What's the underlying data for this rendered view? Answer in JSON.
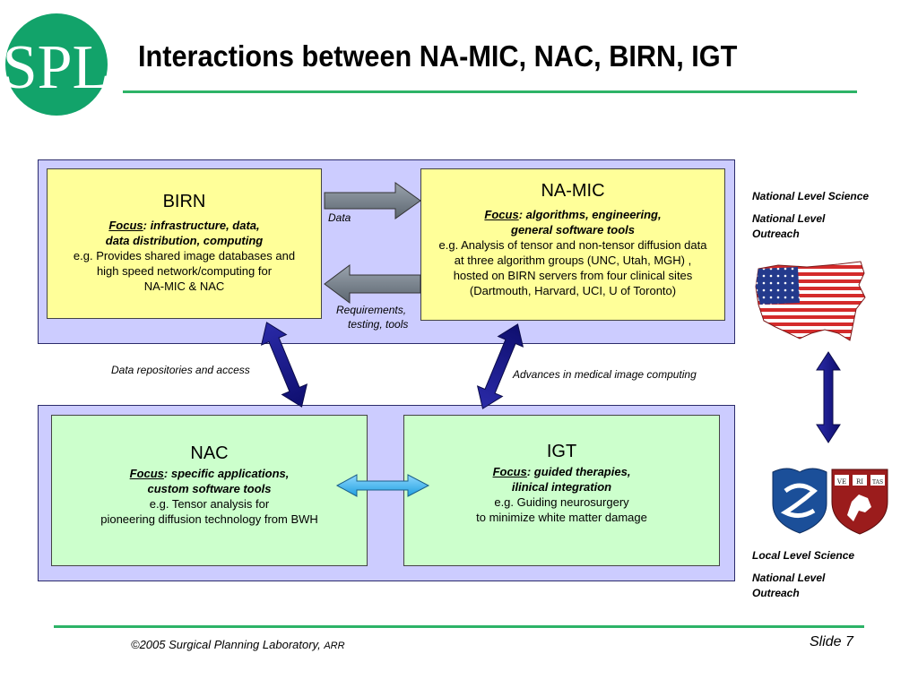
{
  "header": {
    "logo_text": "SPL",
    "title": "Interactions between NA-MIC, NAC, BIRN, IGT"
  },
  "birn": {
    "title": "BIRN",
    "focus_word": "Focus",
    "focus_rest": ": infrastructure, data,",
    "focus_line2": "data distribution, computing",
    "desc": [
      "e.g. Provides shared image databases and",
      "high speed network/computing for",
      "NA-MIC & NAC"
    ]
  },
  "namic": {
    "title": "NA-MIC",
    "focus_word": "Focus",
    "focus_rest": ": algorithms, engineering,",
    "focus_line2": "general software tools",
    "desc": [
      "e.g. Analysis of tensor and non-tensor diffusion data",
      "at three algorithm groups (UNC, Utah, MGH) ,",
      "hosted on BIRN servers from four clinical sites",
      "(Dartmouth, Harvard, UCI, U of Toronto)"
    ]
  },
  "nac": {
    "title": "NAC",
    "focus_word": "Focus",
    "focus_rest": ": specific applications,",
    "focus_line2": "custom software tools",
    "desc": [
      "e.g. Tensor analysis for",
      "pioneering diffusion technology from BWH"
    ]
  },
  "igt": {
    "title": "IGT",
    "focus_word": "Focus",
    "focus_rest": ": guided therapies,",
    "focus_line2": "ilinical integration",
    "desc": [
      "e.g. Guiding neurosurgery",
      "to minimize white matter damage"
    ]
  },
  "labels": {
    "data": "Data",
    "requirements_1": "Requirements,",
    "requirements_2": "testing, tools",
    "data_repositories": "Data repositories and access",
    "advances": "Advances in medical image computing"
  },
  "side": {
    "national_science": "National Level Science",
    "national_outreach_1": "National Level",
    "national_outreach_2": "Outreach",
    "local_science": "Local Level Science",
    "local_outreach_1": "National Level",
    "local_outreach_2": "Outreach",
    "harvard_shield_text": [
      "VE",
      "RI",
      "TAS"
    ]
  },
  "footer": {
    "copyright": "©2005 Surgical Planning Laboratory,",
    "rights": "ARR",
    "slide": "Slide 7"
  },
  "colors": {
    "accent_green": "#2db367",
    "panel_lavender": "#ccccff",
    "box_yellow": "#ffff99",
    "box_green": "#ccffcc",
    "arrow_navy": "#1a1a8c",
    "arrow_cyan": "#33b5f0",
    "arrow_gray": "#6b7280"
  }
}
